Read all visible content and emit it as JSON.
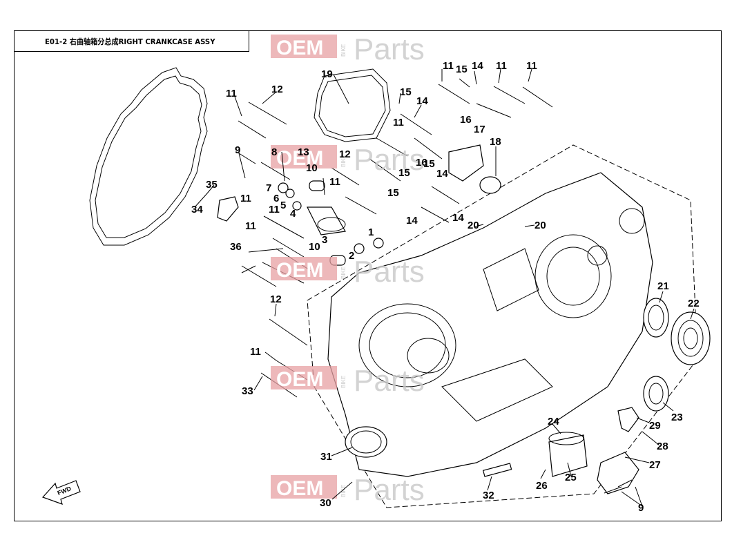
{
  "title": "E01-2 右曲轴箱分总成RIGHT CRANKCASE ASSY",
  "watermark": {
    "oem": "OEM",
    "bike": "BIKE",
    "parts": "Parts"
  },
  "fwd_label": "FWD",
  "callouts": [
    "1",
    "2",
    "3",
    "4",
    "5",
    "6",
    "7",
    "8",
    "9",
    "9",
    "10",
    "10",
    "11",
    "11",
    "11",
    "11",
    "11",
    "11",
    "11",
    "11",
    "11",
    "11",
    "12",
    "12",
    "12",
    "13",
    "14",
    "14",
    "14",
    "14",
    "14",
    "15",
    "15",
    "15",
    "15",
    "15",
    "16",
    "16",
    "17",
    "18",
    "19",
    "20",
    "20",
    "21",
    "22",
    "23",
    "24",
    "25",
    "26",
    "27",
    "28",
    "29",
    "30",
    "31",
    "32",
    "33",
    "34",
    "35",
    "36"
  ],
  "colors": {
    "line": "#000000",
    "watermark_red": "#e7a0a3",
    "watermark_grey": "#c9c9c9"
  }
}
